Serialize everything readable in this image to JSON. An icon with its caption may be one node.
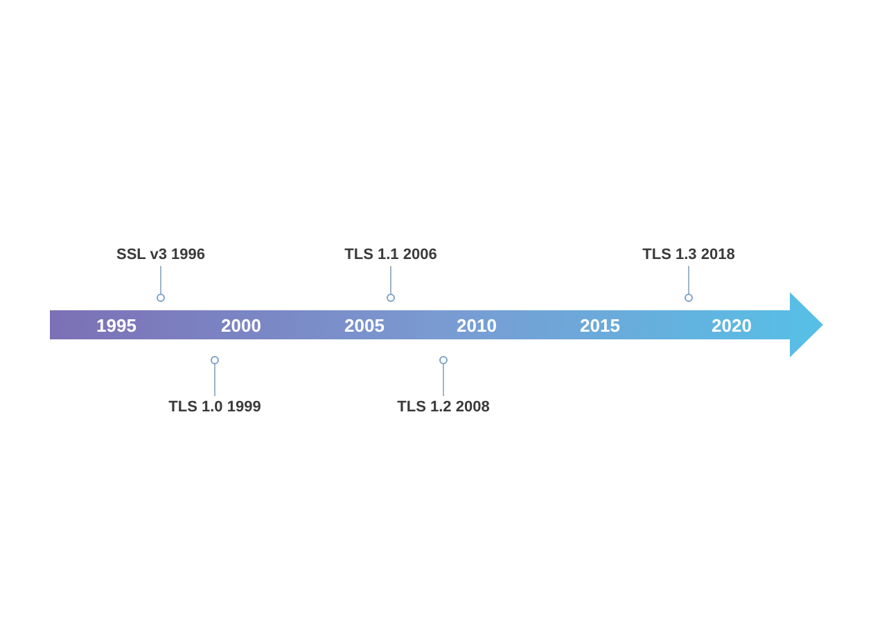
{
  "diagram": {
    "nodes": [
      {
        "text": [
          "1995",
          "2000",
          "2005",
          "2010",
          "2015",
          "2020"
        ]
      },
      {
        "text": [
          "SSL v3 1996"
        ]
      },
      {
        "text": [
          "TLS 1.0 1999"
        ]
      },
      {
        "text": [
          "TLS 1.1 2006"
        ]
      },
      {
        "text": [
          "TLS 1.2 2008"
        ]
      },
      {
        "text": [
          "TLS 1.3 2018"
        ]
      },
      {
        "text": [],
        "shape": "circle"
      },
      {
        "text": [],
        "shape": "circle"
      },
      {
        "text": [],
        "shape": "circle"
      },
      {
        "text": [],
        "shape": "circle"
      },
      {
        "text": [],
        "shape": "circle"
      }
    ],
    "edges": [
      {
        "from": 1,
        "to": 6,
        "arrow": "none"
      },
      {
        "from": 2,
        "to": 7,
        "arrow": "none"
      },
      {
        "from": 3,
        "to": 8,
        "arrow": "none"
      },
      {
        "from": 4,
        "to": 9,
        "arrow": "none"
      },
      {
        "from": 5,
        "to": 10,
        "arrow": "none"
      }
    ]
  }
}
